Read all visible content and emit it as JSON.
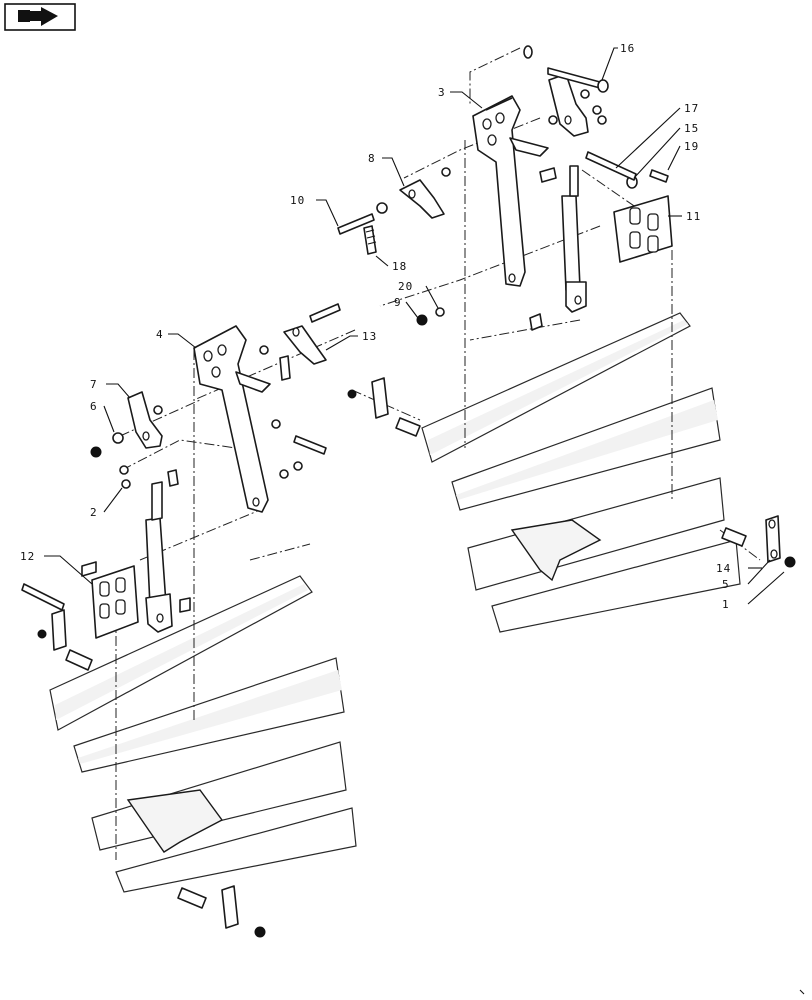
{
  "diagram": {
    "callouts": [
      {
        "id": "c1",
        "label": "1"
      },
      {
        "id": "c2",
        "label": "2"
      },
      {
        "id": "c3",
        "label": "3"
      },
      {
        "id": "c4",
        "label": "4"
      },
      {
        "id": "c5",
        "label": "5"
      },
      {
        "id": "c6",
        "label": "6"
      },
      {
        "id": "c7",
        "label": "7"
      },
      {
        "id": "c8",
        "label": "8"
      },
      {
        "id": "c9",
        "label": "9"
      },
      {
        "id": "c10",
        "label": "10"
      },
      {
        "id": "c11",
        "label": "11"
      },
      {
        "id": "c12",
        "label": "12"
      },
      {
        "id": "c13",
        "label": "13"
      },
      {
        "id": "c14",
        "label": "14"
      },
      {
        "id": "c15",
        "label": "15"
      },
      {
        "id": "c16",
        "label": "16"
      },
      {
        "id": "c17",
        "label": "17"
      },
      {
        "id": "c18",
        "label": "18"
      },
      {
        "id": "c19",
        "label": "19"
      },
      {
        "id": "c20",
        "label": "20"
      }
    ]
  },
  "icons": {
    "nav": "next-page-arrow-icon"
  }
}
